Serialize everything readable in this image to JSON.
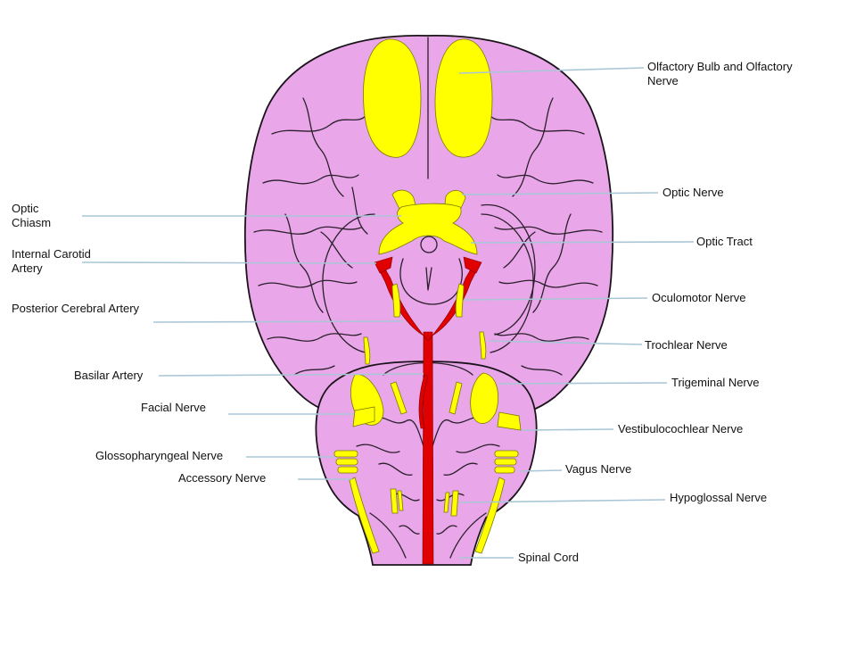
{
  "colors": {
    "brain": "#e9a6e9",
    "nerve": "#ffff00",
    "artery": "#e00000",
    "leader": "#a9c6d6",
    "outline": "#1a141a"
  },
  "labels": {
    "olfactory": "Olfactory Bulb and Olfactory\nNerve",
    "optic_nerve": "Optic Nerve",
    "optic_tract": "Optic Tract",
    "oculomotor": "Oculomotor Nerve",
    "trochlear": "Trochlear Nerve",
    "trigeminal": "Trigeminal Nerve",
    "vestibulocochlear": "Vestibulocochlear Nerve",
    "vagus": "Vagus Nerve",
    "hypoglossal": "Hypoglossal Nerve",
    "spinal_cord": "Spinal Cord",
    "optic_chiasm": "Optic\nChiasm",
    "internal_carotid": "Internal Carotid\nArtery",
    "posterior_cerebral": "Posterior Cerebral Artery",
    "basilar": "Basilar Artery",
    "facial": "Facial Nerve",
    "glossopharyngeal": "Glossopharyngeal Nerve",
    "accessory": "Accessory Nerve"
  }
}
